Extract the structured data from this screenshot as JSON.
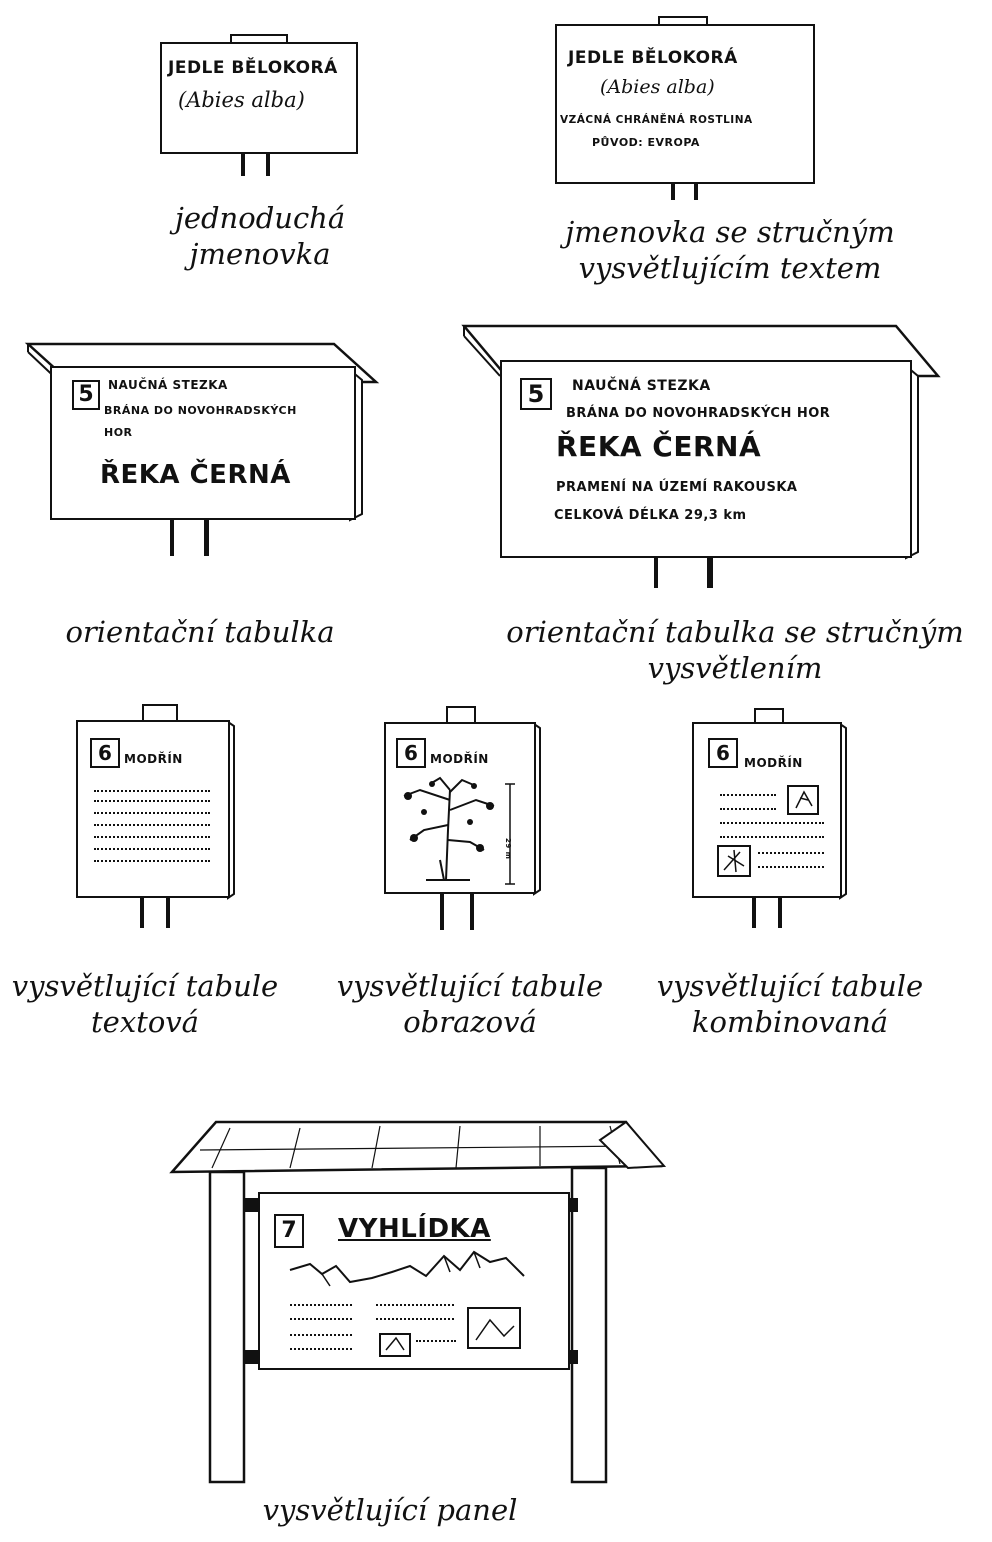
{
  "sign1": {
    "title": "JEDLE BĚLOKORÁ",
    "latin": "(Abies alba)",
    "caption_line1": "jednoduchá",
    "caption_line2": "jmenovka"
  },
  "sign2": {
    "title": "JEDLE BĚLOKORÁ",
    "latin": "(Abies alba)",
    "line3": "VZÁCNÁ CHRÁNĚNÁ ROSTLINA",
    "line4": "PŮVOD: EVROPA",
    "caption_line1": "jmenovka se stručným",
    "caption_line2": "vysvětlujícím textem"
  },
  "sign3": {
    "number": "5",
    "line1": "NAUČNÁ STEZKA",
    "line2": "BRÁNA DO NOVOHRADSKÝCH",
    "line3": "HOR",
    "name": "ŘEKA ČERNÁ",
    "caption": "orientační tabulka"
  },
  "sign4": {
    "number": "5",
    "line1": "NAUČNÁ STEZKA",
    "line2": "BRÁNA DO NOVOHRADSKÝCH HOR",
    "name": "ŘEKA ČERNÁ",
    "line4": "PRAMENÍ NA ÚZEMÍ RAKOUSKA",
    "line5": "CELKOVÁ DÉLKA 29,3 km",
    "caption_line1": "orientační tabulka se stručným",
    "caption_line2": "vysvětlením"
  },
  "sign5": {
    "number": "6",
    "title": "MODŘÍN",
    "caption_line1": "vysvětlující tabule",
    "caption_line2": "textová"
  },
  "sign6": {
    "number": "6",
    "title": "MODŘÍN",
    "height_label": "29 m",
    "caption_line1": "vysvětlující tabule",
    "caption_line2": "obrazová"
  },
  "sign7": {
    "number": "6",
    "title": "MODŘÍN",
    "caption_line1": "vysvětlující tabule",
    "caption_line2": "kombinovaná"
  },
  "panel": {
    "number": "7",
    "title": "VYHLÍDKA",
    "caption": "vysvětlující panel"
  }
}
